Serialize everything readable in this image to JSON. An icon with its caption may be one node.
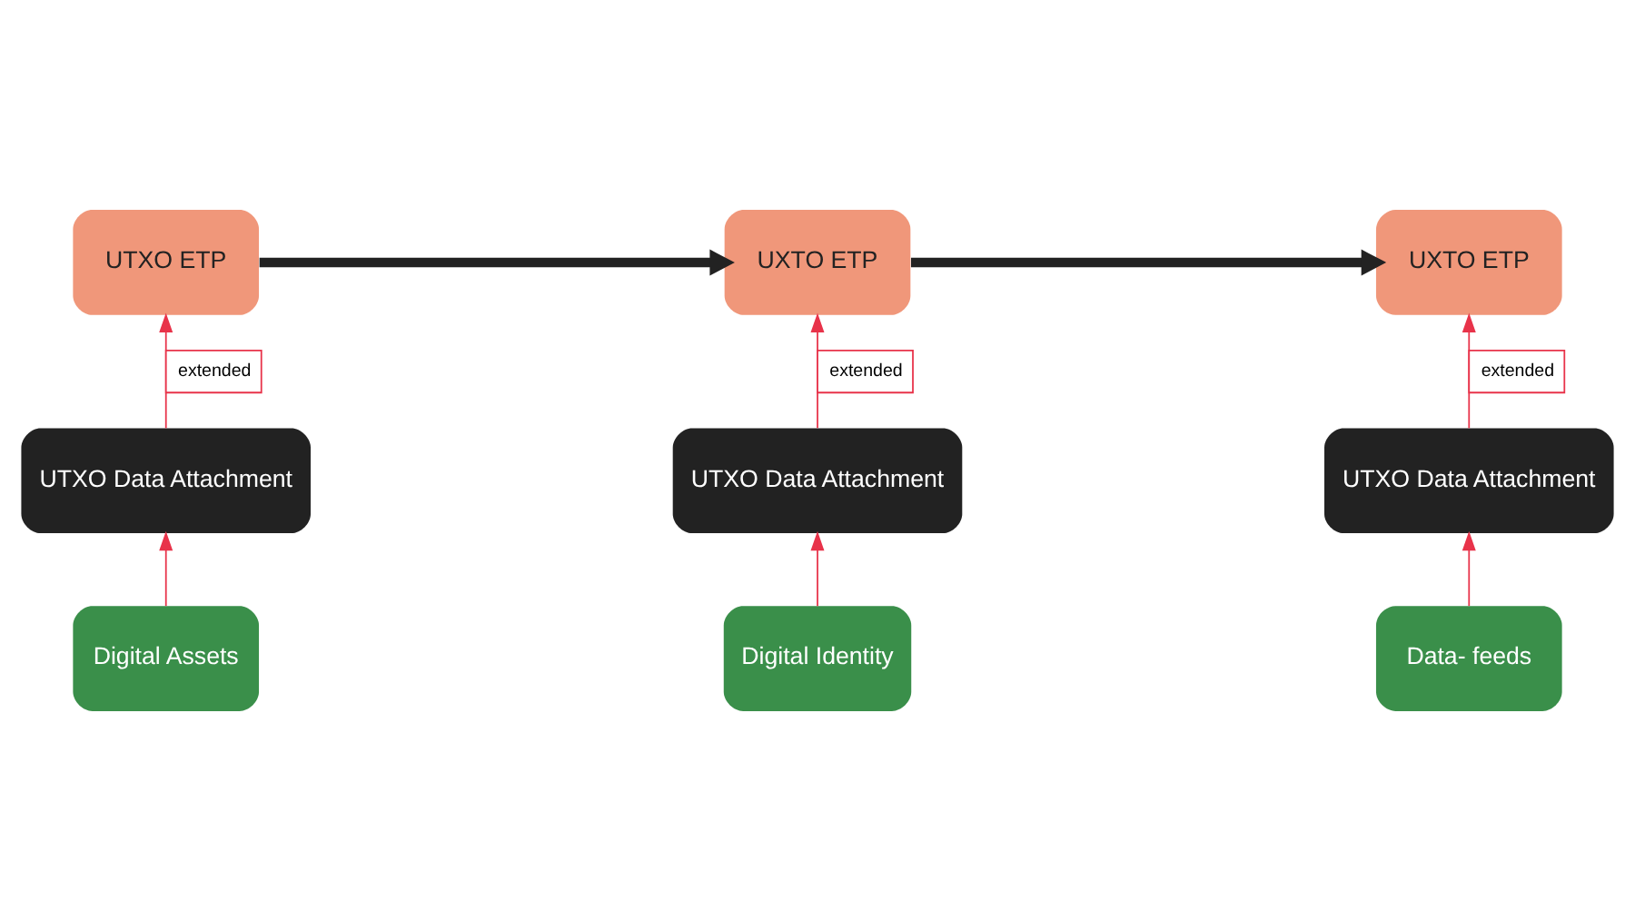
{
  "diagram": {
    "nodes": [
      {
        "text": [
          "UTXO ETP"
        ]
      },
      {
        "text": [
          "UXTO ETP"
        ]
      },
      {
        "text": [
          "UXTO ETP"
        ]
      },
      {
        "text": [
          "UTXO Data Attachment"
        ]
      },
      {
        "text": [
          "UTXO Data Attachment"
        ]
      },
      {
        "text": [
          "UTXO Data Attachment"
        ]
      },
      {
        "text": [
          "Digital Assets"
        ]
      },
      {
        "text": [
          "Digital Identity"
        ]
      },
      {
        "text": [
          "Data- feeds"
        ]
      }
    ],
    "edges": [
      {
        "from": 0,
        "to": 1,
        "arrow": "to",
        "style": "thick",
        "color": "#222222"
      },
      {
        "from": 1,
        "to": 2,
        "arrow": "to",
        "style": "thick",
        "color": "#222222"
      },
      {
        "from": 3,
        "to": 0,
        "arrow": "to",
        "label": "extended"
      },
      {
        "from": 4,
        "to": 1,
        "arrow": "to",
        "label": "extended"
      },
      {
        "from": 5,
        "to": 2,
        "arrow": "to",
        "label": "extended"
      },
      {
        "from": 6,
        "to": 3,
        "arrow": "to"
      },
      {
        "from": 7,
        "to": 4,
        "arrow": "to"
      },
      {
        "from": 8,
        "to": 5,
        "arrow": "to"
      }
    ]
  }
}
